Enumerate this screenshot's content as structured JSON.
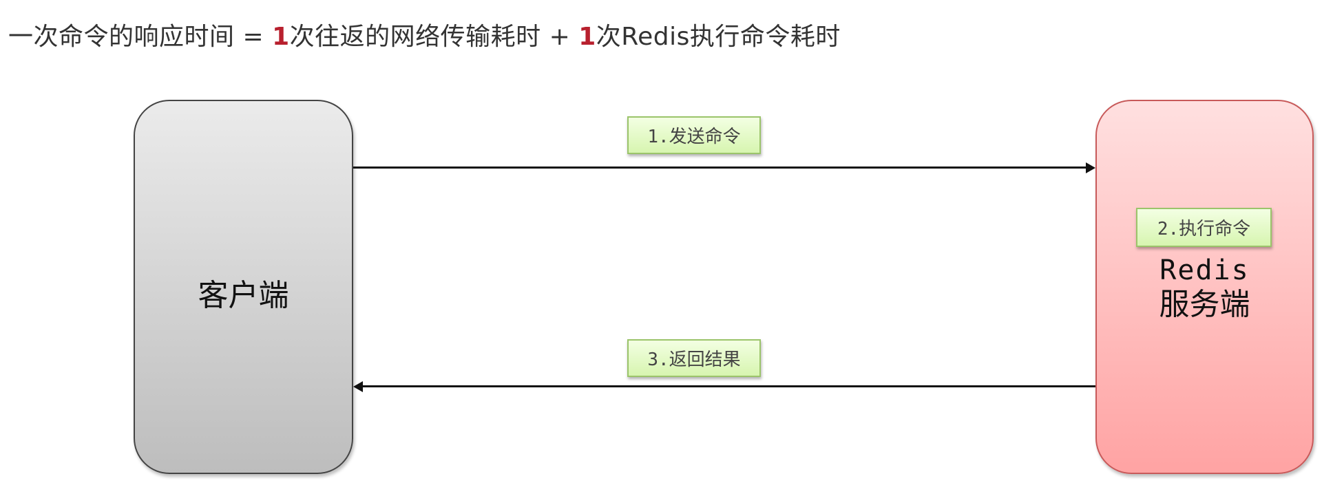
{
  "title": {
    "part1": "一次命令的响应时间 = ",
    "num1": "1",
    "part2": "次往返的网络传输耗时 + ",
    "num2": "1",
    "part3": "次Redis执行命令耗时"
  },
  "nodes": {
    "client": {
      "label": "客户端"
    },
    "server": {
      "name": "Redis",
      "sub": "服务端"
    }
  },
  "steps": [
    {
      "label": "1.发送命令",
      "direction": "client-to-server"
    },
    {
      "label": "2.执行命令",
      "location": "server"
    },
    {
      "label": "3.返回结果",
      "direction": "server-to-client"
    }
  ],
  "colors": {
    "highlight": "#b8202e",
    "client_fill": "#d6d6d6",
    "server_fill": "#ffc4c4",
    "tag_fill": "#e2f8c6",
    "tag_border": "#9bc46a"
  }
}
